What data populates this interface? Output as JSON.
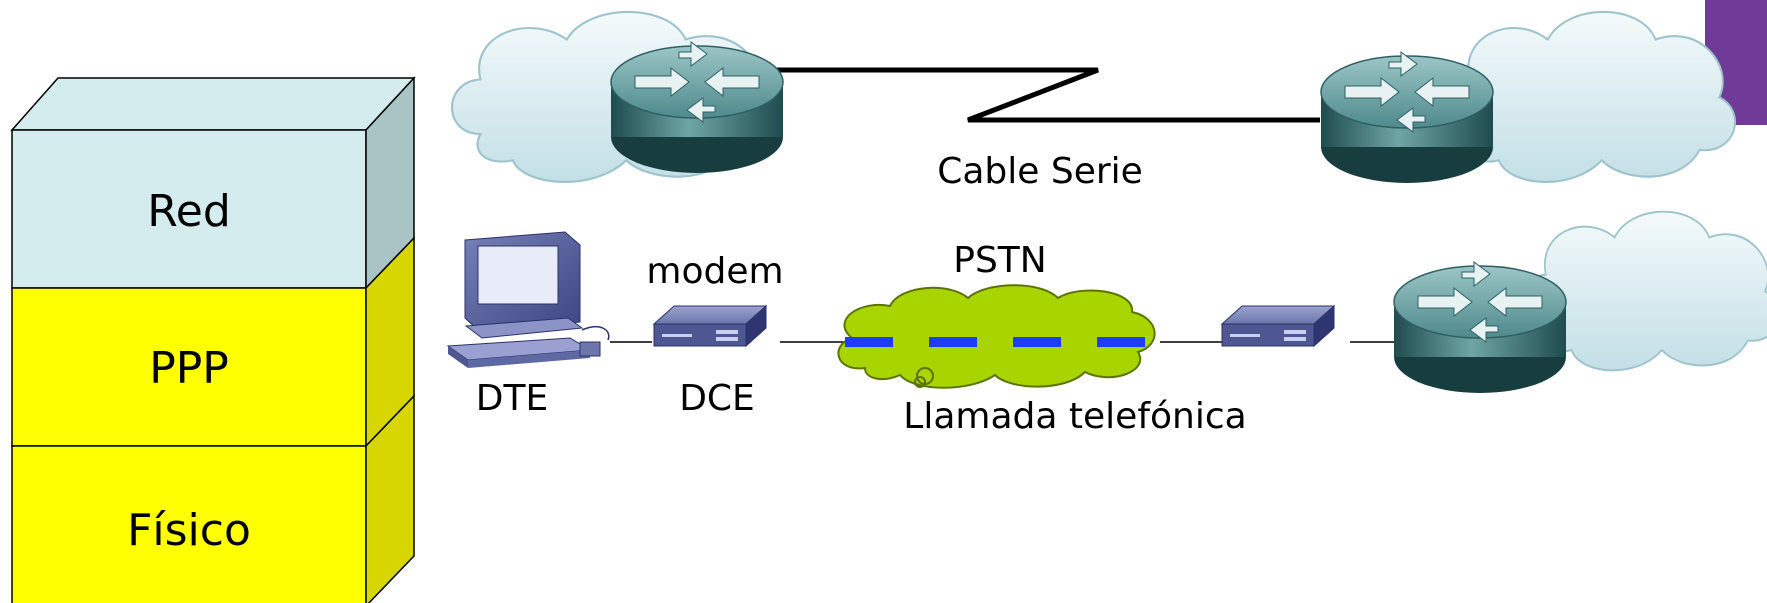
{
  "stack": {
    "layers": [
      {
        "label": "Red",
        "color": "#d5ecee"
      },
      {
        "label": "PPP",
        "color": "#ffff00"
      },
      {
        "label": "Físico",
        "color": "#ffff00"
      }
    ]
  },
  "labels": {
    "serial_cable": "Cable Serie",
    "modem": "modem",
    "pstn": "PSTN",
    "dte": "DTE",
    "dce": "DCE",
    "phone_call": "Llamada telefónica"
  },
  "colors": {
    "accent_corner": "#6f3a98",
    "pstn_cloud": "#a8d400",
    "dashed_link": "#1e3cff",
    "router": "#3e7a7c"
  }
}
